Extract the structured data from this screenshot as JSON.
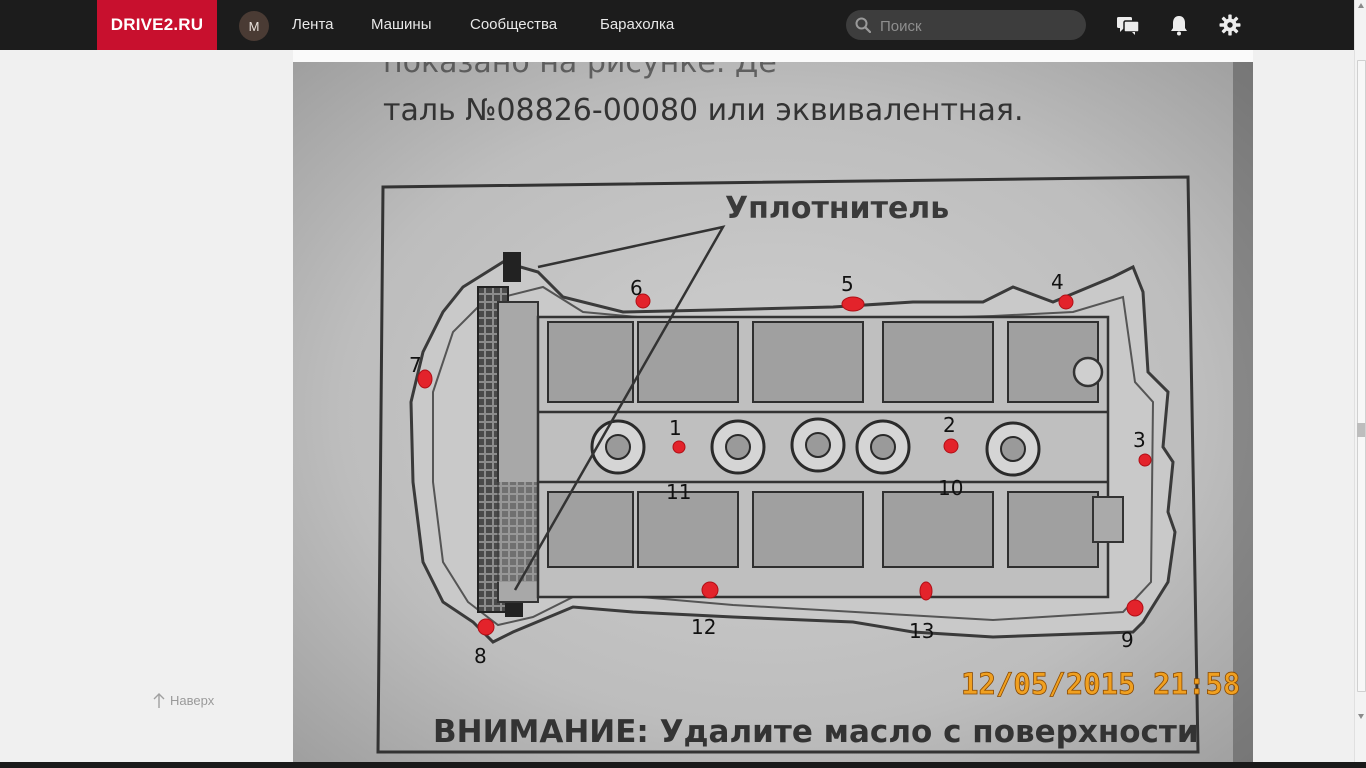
{
  "header": {
    "logo": "DRIVE2.RU",
    "avatar_letter": "М",
    "nav": [
      "Лента",
      "Машины",
      "Сообщества",
      "Барахолка"
    ],
    "search_placeholder": "Поиск",
    "icons": [
      "messages-icon",
      "bell-icon",
      "gear-icon"
    ]
  },
  "sidebar": {
    "to_top": "Наверх"
  },
  "photo": {
    "text_top": "таль №08826-00080 или эквивалентная.",
    "label_seal": "Уплотнитель",
    "numbers": [
      "1",
      "2",
      "3",
      "4",
      "5",
      "6",
      "7",
      "8",
      "9",
      "10",
      "11",
      "12",
      "13"
    ],
    "timestamp": "12/05/2015  21:58",
    "text_bottom": "ВНИМАНИЕ: Удалите масло с поверхности"
  },
  "colors": {
    "brand": "#c8102e",
    "topbar": "#1c1c1c",
    "marker": "#e3232b",
    "timestamp": "#f0a020"
  }
}
